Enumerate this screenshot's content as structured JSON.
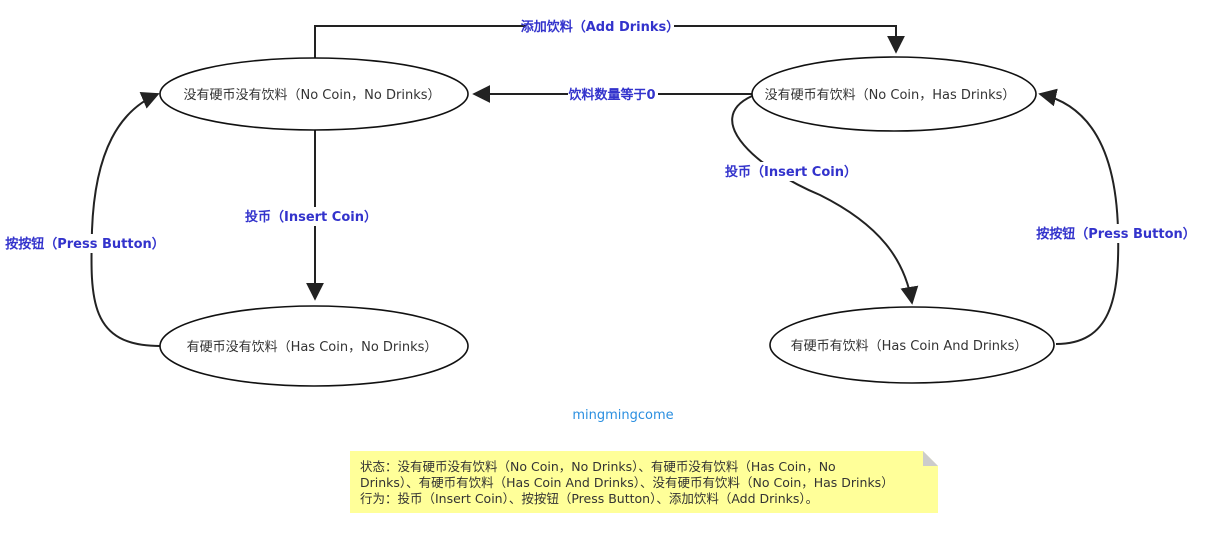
{
  "states": {
    "no_coin_no_drinks": "没有硬币没有饮料（No Coin，No Drinks）",
    "no_coin_has_drinks": "没有硬币有饮料（No Coin，Has Drinks）",
    "has_coin_no_drinks": "有硬币没有饮料（Has Coin，No Drinks）",
    "has_coin_has_drinks": "有硬币有饮料（Has Coin And Drinks）"
  },
  "transitions": {
    "add_drinks": "添加饮料（Add Drinks）",
    "drinks_zero": "饮料数量等于0",
    "insert_coin_left": "投币（Insert Coin）",
    "insert_coin_right": "投币（Insert Coin）",
    "press_button_left": "按按钮（Press Button）",
    "press_button_right": "按按钮（Press Button）"
  },
  "watermark": "mingmingcome",
  "note": {
    "lines": [
      "状态：没有硬币没有饮料（No Coin，No Drinks）、有硬币没有饮料（Has Coin，No",
      "Drinks）、有硬币有饮料（Has Coin And Drinks）、没有硬币有饮料（No Coin，Has Drinks）",
      "行为：投币（Insert Coin）、按按钮（Press Button）、添加饮料（Add Drinks）。"
    ]
  },
  "colors": {
    "edge_label": "#3333cc",
    "watermark": "#2b8fe0",
    "note_fill": "#ffff99",
    "note_fold": "#cccccc"
  }
}
